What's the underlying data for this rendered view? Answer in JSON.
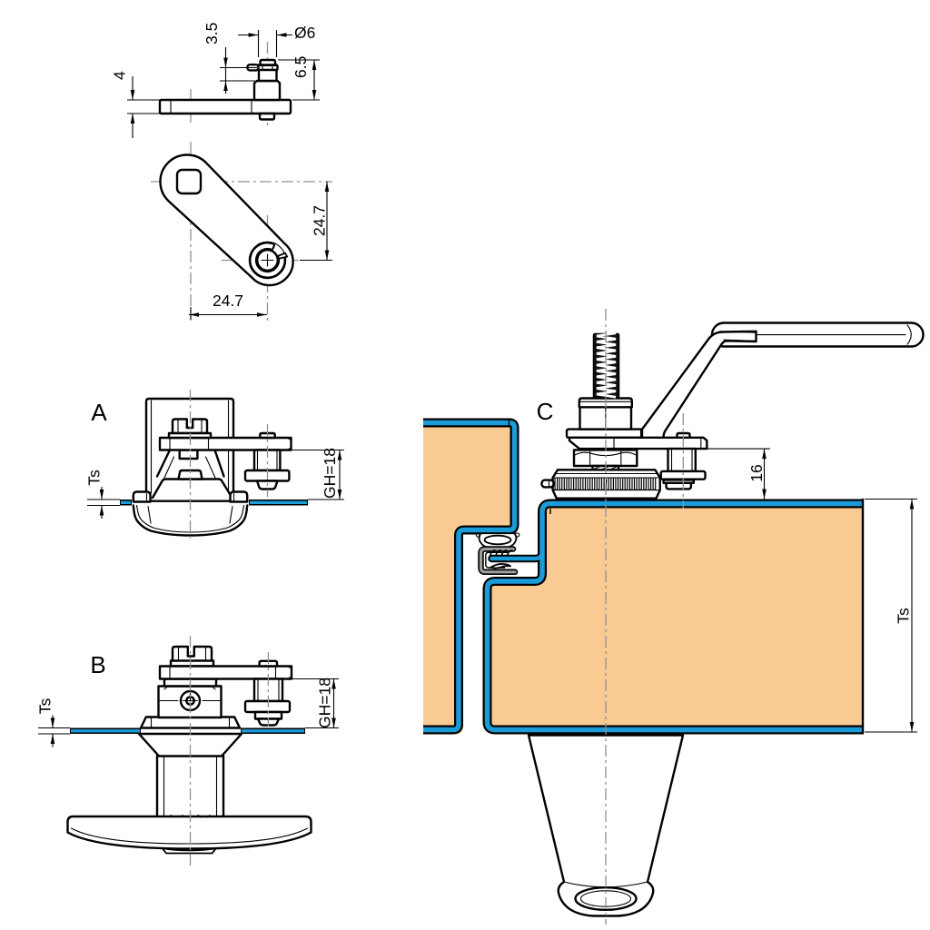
{
  "colors": {
    "panel_blue": "#1a9cd8",
    "insulation_orange": "#f9cb92",
    "gasket_gray": "#9d9d9d",
    "centerline_gray": "#909090",
    "line_black": "#000000",
    "background": "#ffffff"
  },
  "cam_side_view": {
    "dim_plate_thickness": "4",
    "dim_groove_offset": "3.5",
    "dim_pin_diameter": "Ø6",
    "dim_pin_height": "6.5"
  },
  "cam_top_view": {
    "dim_horizontal": "24.7",
    "dim_vertical": "24.7"
  },
  "view_a": {
    "label": "A",
    "dim_panel_thickness": "Ts",
    "dim_grip_height": "GH=18"
  },
  "view_b": {
    "label": "B",
    "dim_panel_thickness": "Ts",
    "dim_grip_height": "GH=18"
  },
  "view_c": {
    "label": "C",
    "dim_cam_offset": "16",
    "dim_panel_thickness": "Ts"
  }
}
